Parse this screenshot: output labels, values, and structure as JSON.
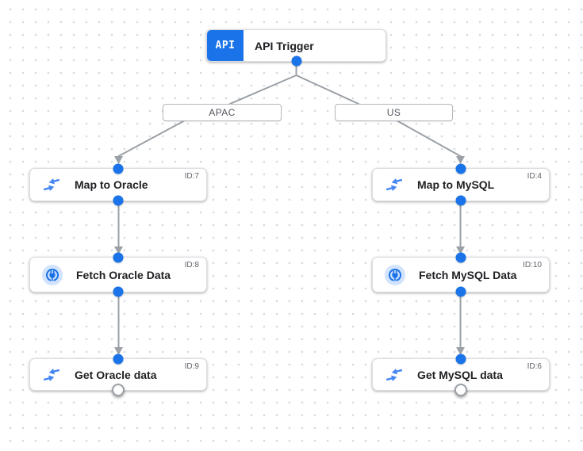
{
  "trigger": {
    "icon_text": "API",
    "label": "API Trigger"
  },
  "branches": {
    "apac": {
      "label": "APAC"
    },
    "us": {
      "label": "US"
    }
  },
  "nodes": {
    "map_oracle": {
      "label": "Map to Oracle",
      "id": "ID:7"
    },
    "fetch_oracle": {
      "label": "Fetch Oracle Data",
      "id": "ID:8"
    },
    "get_oracle": {
      "label": "Get Oracle data",
      "id": "ID:9"
    },
    "map_mysql": {
      "label": "Map to MySQL",
      "id": "ID:4"
    },
    "fetch_mysql": {
      "label": "Fetch MySQL Data",
      "id": "ID:10"
    },
    "get_mysql": {
      "label": "Get MySQL data",
      "id": "ID:6"
    }
  },
  "icons": {
    "trigger_badge": "api-badge",
    "mapping": "data-mapping-icon",
    "connector": "connector-plug-icon"
  },
  "colors": {
    "accent_blue": "#1a73e8",
    "icon_blue": "#4285f4",
    "edge_gray": "#9aa0a6",
    "node_border": "#dadce0",
    "connector_icon_bg": "#d2e3fc",
    "grid_dot": "#d7d9dd"
  }
}
